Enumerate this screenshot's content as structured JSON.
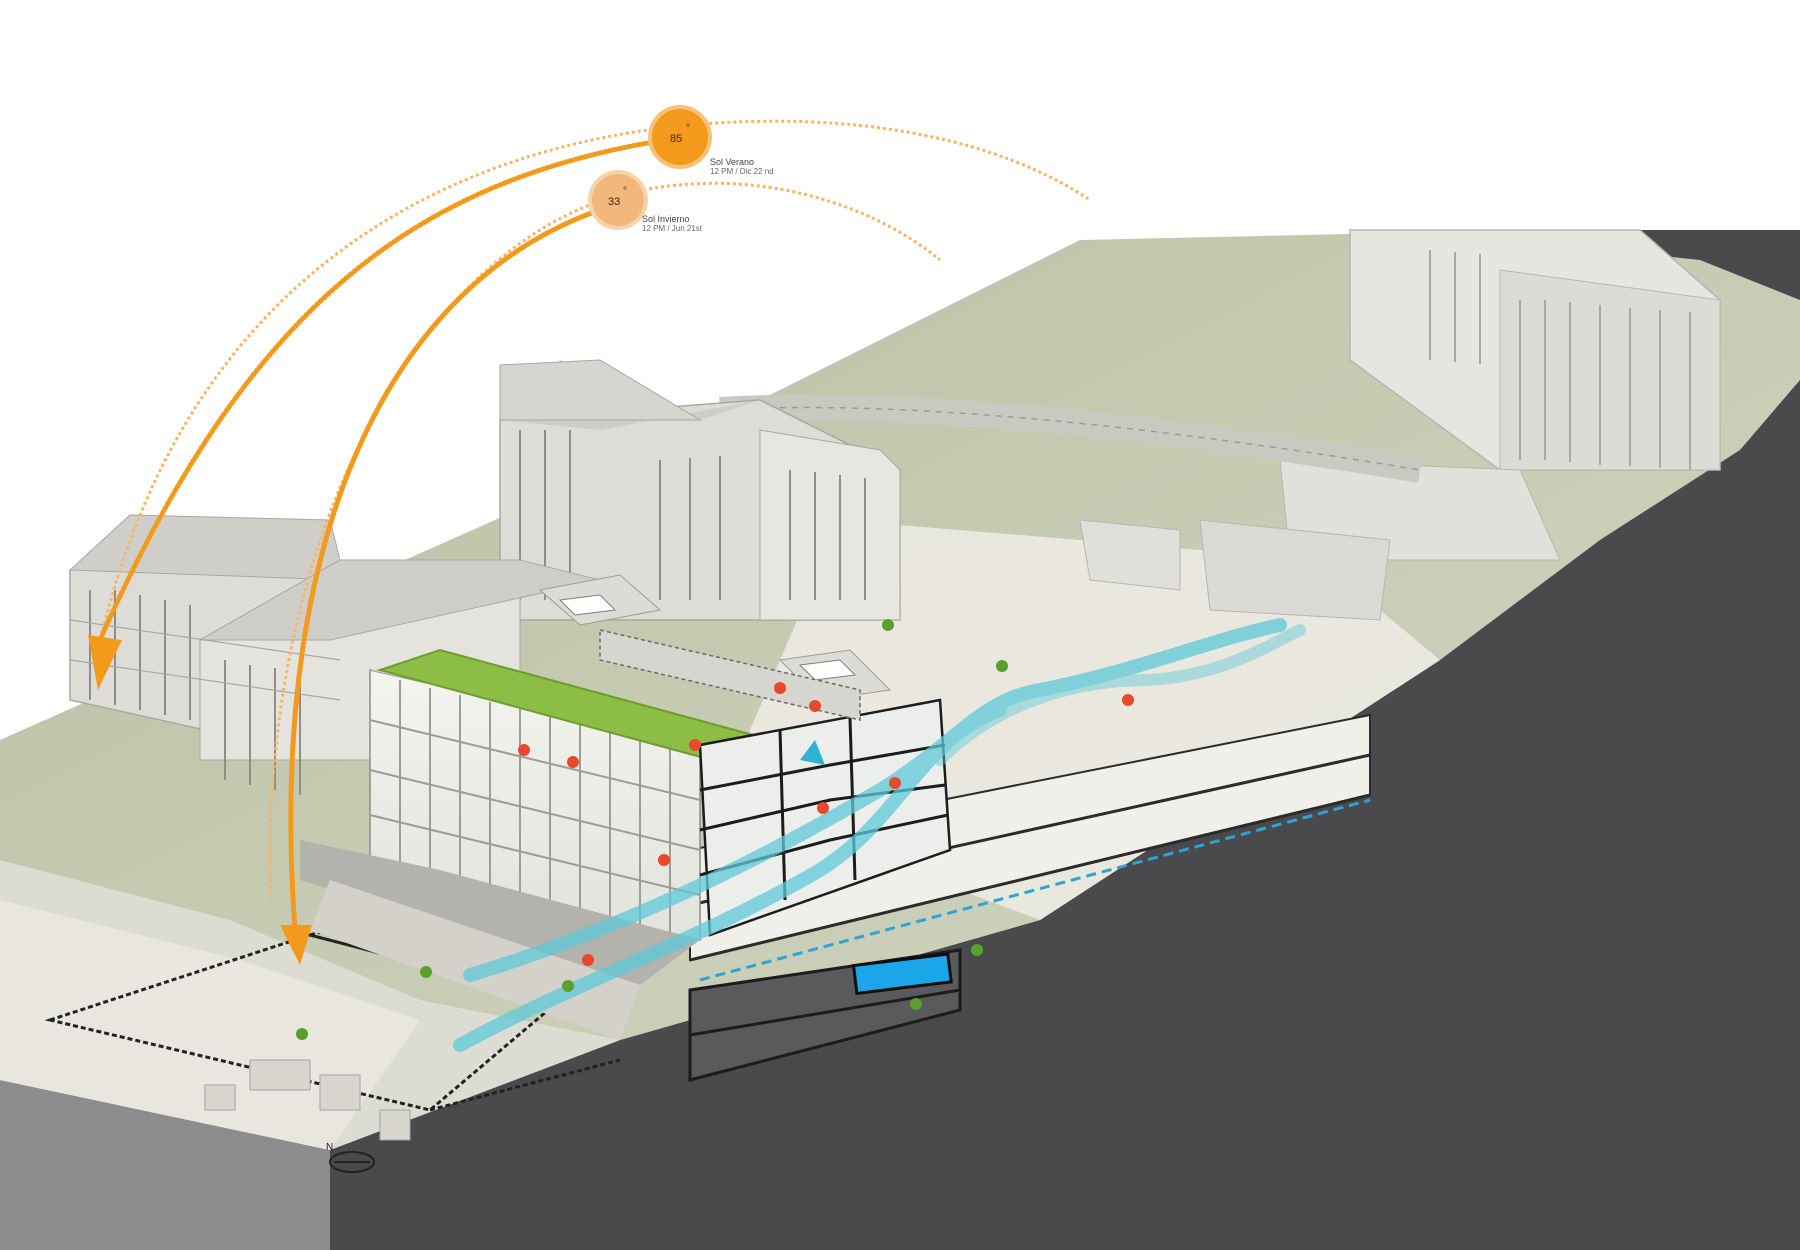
{
  "sun": {
    "summer": {
      "angle": "85",
      "degree_mark": "°",
      "title": "Sol Verano",
      "subtitle": "12 PM / Dic 22 nd"
    },
    "winter": {
      "angle": "33",
      "degree_mark": "°",
      "title": "Sol Invierno",
      "subtitle": "12 PM / Jun 21st"
    }
  },
  "north_label": "N",
  "colors": {
    "sun_summer": "#f39a1c",
    "sun_winter": "#f2b77a",
    "sun_arc": "#f6b564",
    "airflow": "#5ec9d8",
    "green_roof": "#8cbd45",
    "marker_red": "#e8482c",
    "marker_green": "#5aa02c",
    "water_tank": "#1aa6e8",
    "ground_section": "#4a4a4c",
    "lawn": "#c9cdb6",
    "paving": "#eceae2"
  },
  "icons": {
    "sun": "sun-circle-icon",
    "arrow": "sun-ray-arrow-icon",
    "north": "north-arrow-icon",
    "marker": "callout-dot-icon"
  }
}
